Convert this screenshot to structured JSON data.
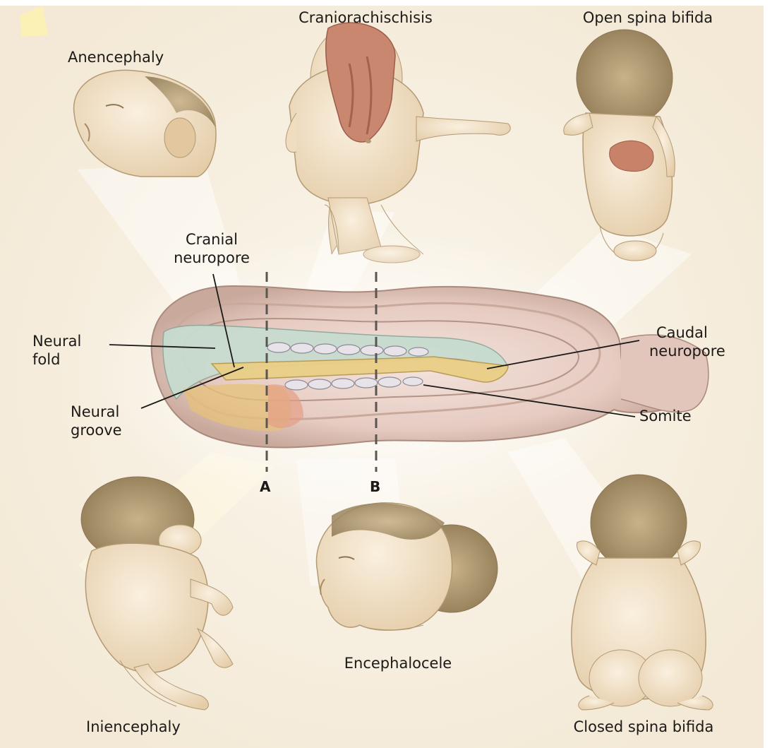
{
  "labels": {
    "anencephaly": "Anencephaly",
    "craniorachischisis": "Craniorachischisis",
    "open_spina_bifida": "Open spina bifida",
    "cranial_neuropore": [
      "Cranial",
      "neuropore"
    ],
    "neural_fold": [
      "Neural",
      "fold"
    ],
    "neural_groove": [
      "Neural",
      "groove"
    ],
    "caudal_neuropore": [
      "Caudal",
      "neuropore"
    ],
    "somite": "Somite",
    "section_a": "A",
    "section_b": "B",
    "iniencephaly": "Iniencephaly",
    "encephalocele": "Encephalocele",
    "closed_spina_bifida": "Closed spina bifida"
  },
  "colors": {
    "background": "#f8f1e4",
    "skin": "#f4e4cc",
    "skin_shadow": "#d9bf98",
    "hair": "#a8926a",
    "lesion": "#c97f68",
    "embryo_outer": "#e8d0c6",
    "neural_plate": "#c7dccf",
    "neural_tube_tip": "#e9cf86",
    "somite": "#e7e3e8",
    "text": "#1c1a18"
  },
  "icons": [
    "anencephaly-infant-head",
    "craniorachischisis-infant",
    "open-spina-bifida-infant",
    "embryo-neural-plate",
    "iniencephaly-infant",
    "encephalocele-infant-head",
    "closed-spina-bifida-infant"
  ]
}
